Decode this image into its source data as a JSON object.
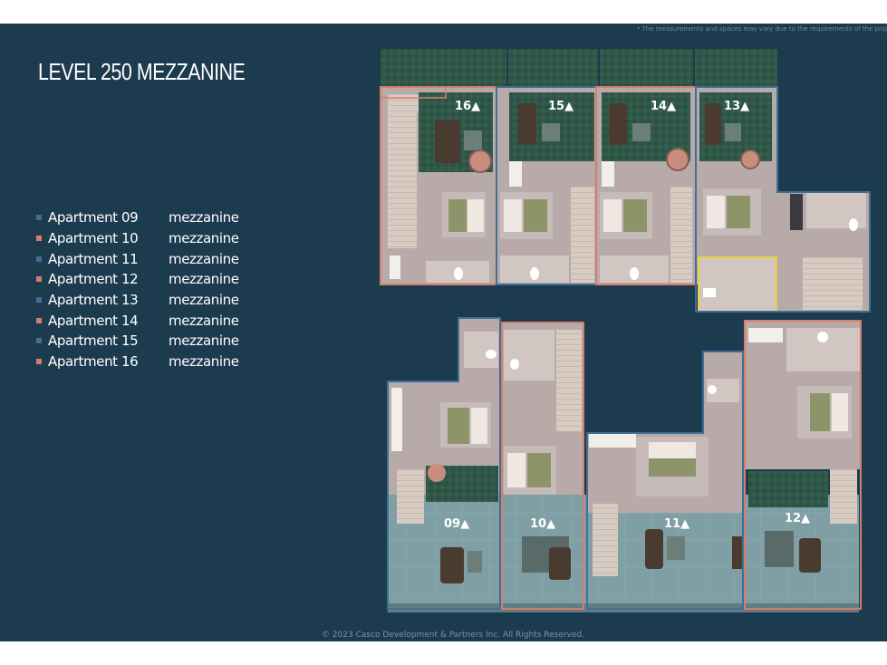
{
  "disclaimer": "* The measurements and spaces may vary due to the requirements of the proj",
  "title": "LEVEL 250 MEZZANINE",
  "legend": [
    {
      "apartment": "Apartment 09",
      "type": "mezzanine",
      "color": "#3f6f98"
    },
    {
      "apartment": "Apartment 10",
      "type": "mezzanine",
      "color": "#d77d6c"
    },
    {
      "apartment": "Apartment 11",
      "type": "mezzanine",
      "color": "#3f6f98"
    },
    {
      "apartment": "Apartment 12",
      "type": "mezzanine",
      "color": "#d77d6c"
    },
    {
      "apartment": "Apartment 13",
      "type": "mezzanine",
      "color": "#3f6f98"
    },
    {
      "apartment": "Apartment 14",
      "type": "mezzanine",
      "color": "#d77d6c"
    },
    {
      "apartment": "Apartment 15",
      "type": "mezzanine",
      "color": "#3f6f98"
    },
    {
      "apartment": "Apartment 16",
      "type": "mezzanine",
      "color": "#d77d6c"
    }
  ],
  "unit_labels": {
    "u16": "16▲",
    "u15": "15▲",
    "u14": "14▲",
    "u13": "13▲",
    "u09": "09▲",
    "u10": "10▲",
    "u11": "11▲",
    "u12": "12▲"
  },
  "footer": "© 2023 Casco Development & Partners Inc. All Rights Reserved.",
  "colors": {
    "background": "#1d3b4e",
    "blue_unit": "#3f6f98",
    "salmon_unit": "#d77d6c",
    "highlight": "#e8d23a"
  }
}
